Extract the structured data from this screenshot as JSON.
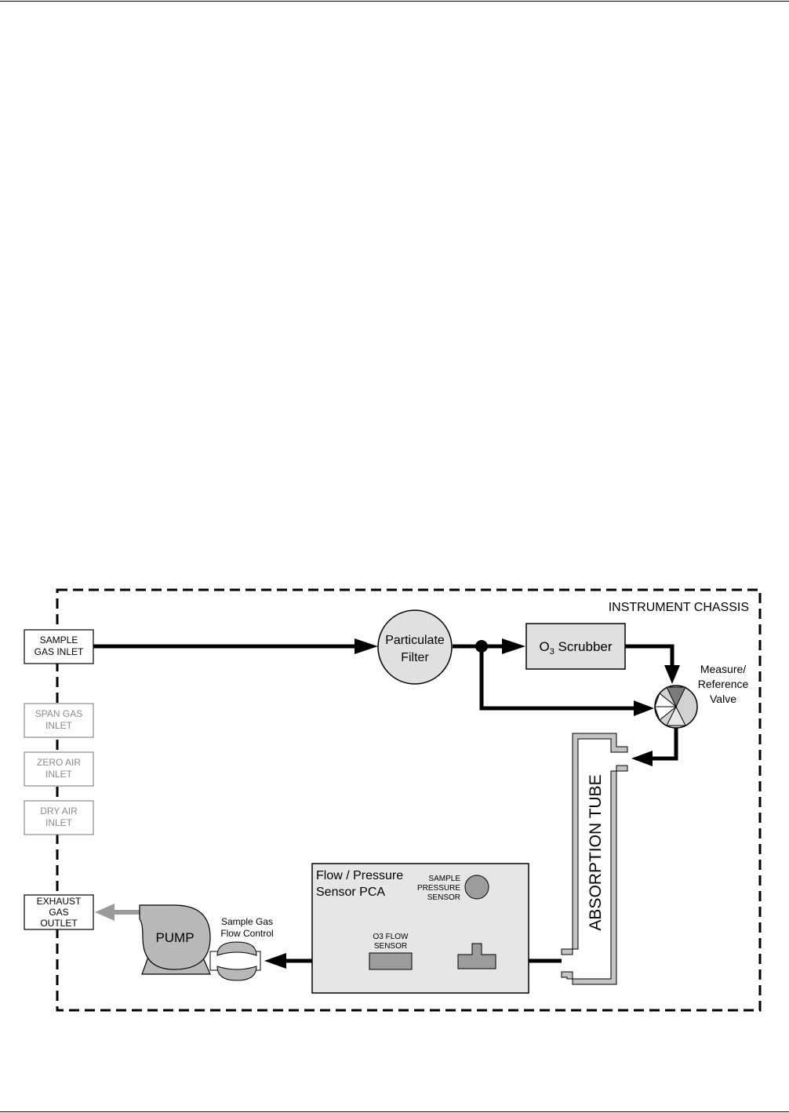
{
  "chassis": {
    "label": "INSTRUMENT CHASSIS"
  },
  "inlets": {
    "sample_gas": [
      "SAMPLE",
      "GAS INLET"
    ],
    "span_gas": [
      "SPAN GAS",
      "INLET"
    ],
    "zero_air": [
      "ZERO AIR",
      "INLET"
    ],
    "dry_air": [
      "DRY AIR",
      "INLET"
    ],
    "exhaust": [
      "EXHAUST",
      "GAS",
      "OUTLET"
    ]
  },
  "particulate_filter": [
    "Particulate",
    "Filter"
  ],
  "scrubber": {
    "prefix": "O",
    "subscript": "3",
    "suffix": " Scrubber"
  },
  "valve": [
    "Measure/",
    "Reference",
    "Valve"
  ],
  "absorption_tube": "ABSORPTION TUBE",
  "pca": {
    "title": [
      "Flow / Pressure",
      "Sensor PCA"
    ]
  },
  "pressure_sensor": [
    "SAMPLE",
    "PRESSURE",
    "SENSOR"
  ],
  "flow_sensor": [
    "O3 FLOW",
    "SENSOR"
  ],
  "flow_control": [
    "Sample Gas",
    "Flow Control"
  ],
  "pump": "PUMP",
  "colors": {
    "line": "#000000",
    "inactive_text": "#8a8a8a",
    "component_fill": "#e0e0e0",
    "pca_fill": "#e6e6e6",
    "pump_fill": "#b8b8b8",
    "sensor_fill": "#9c9c9c",
    "exhaust_arrow": "#9a9a9a"
  }
}
